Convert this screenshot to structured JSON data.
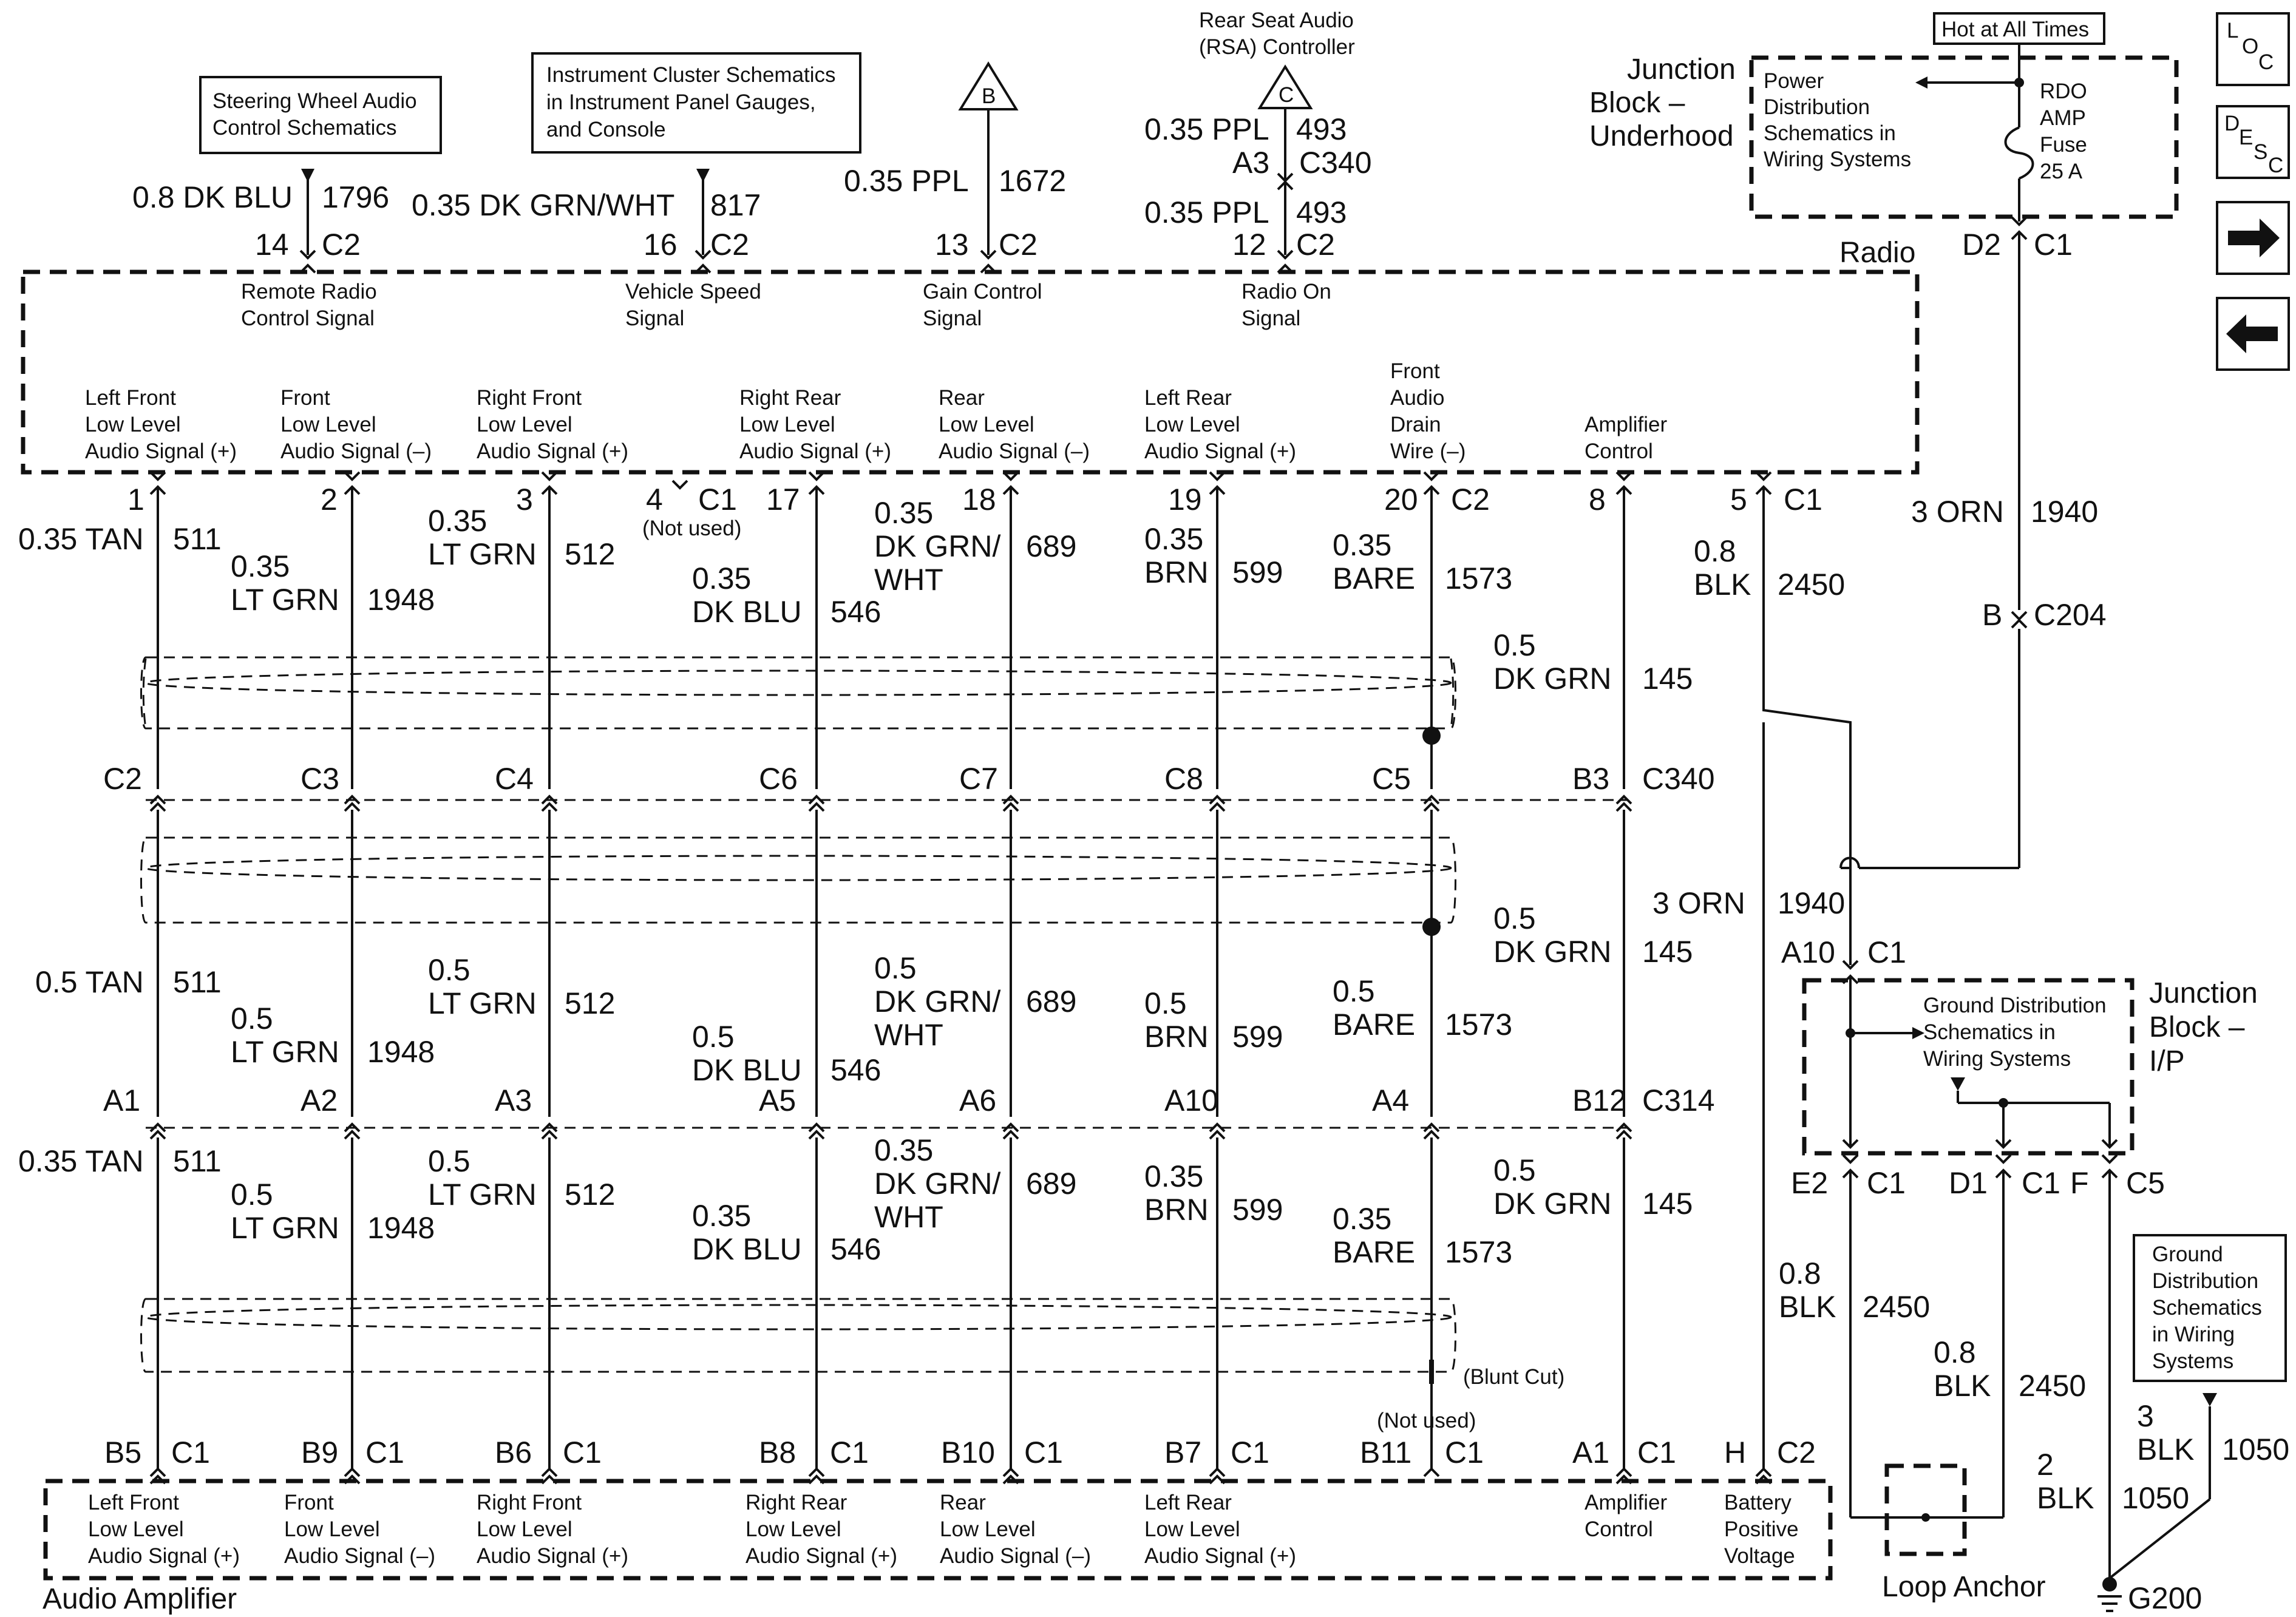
{
  "top": {
    "steering_ref": [
      "Steering Wheel Audio",
      "Control Schematics"
    ],
    "steering_wire": [
      "0.8 DK BLU",
      "1796"
    ],
    "steering_pin": [
      "14",
      "C2"
    ],
    "steering_signal": [
      "Remote Radio",
      "Control Signal"
    ],
    "cluster_ref": [
      "Instrument Cluster Schematics",
      "in Instrument Panel Gauges,",
      "and Console"
    ],
    "cluster_wire": [
      "0.35 DK GRN/WHT",
      "817"
    ],
    "cluster_pin": [
      "16",
      "C2"
    ],
    "cluster_signal": [
      "Vehicle Speed",
      "Signal"
    ],
    "gain_ref": "B",
    "gain_wire": [
      "0.35 PPL",
      "1672"
    ],
    "gain_pin": [
      "13",
      "C2"
    ],
    "gain_signal": [
      "Gain Control",
      "Signal"
    ],
    "rsa_title": [
      "Rear Seat Audio",
      "(RSA) Controller"
    ],
    "rsa_ref": "C",
    "rsa_wire1": [
      "0.35 PPL",
      "493"
    ],
    "rsa_conn": [
      "A3",
      "C340"
    ],
    "rsa_wire2": [
      "0.35 PPL",
      "493"
    ],
    "rsa_pin": [
      "12",
      "C2"
    ],
    "rsa_signal": [
      "Radio On",
      "Signal"
    ]
  },
  "junction_underhood": {
    "hot_label": "Hot at All Times",
    "title": [
      "Junction",
      "Block –",
      "Underhood"
    ],
    "power_ref": [
      "Power",
      "Distribution",
      "Schematics in",
      "Wiring Systems"
    ],
    "fuse": [
      "RDO",
      "AMP",
      "Fuse",
      "25 A"
    ],
    "conn": [
      "D2",
      "C1"
    ],
    "wire": [
      "3 ORN",
      "1940"
    ],
    "c204": [
      "B",
      "C204"
    ]
  },
  "radio": {
    "label": "Radio",
    "signals": [
      [
        "Left Front",
        "Low Level",
        "Audio Signal (+)"
      ],
      [
        "Front",
        "Low Level",
        "Audio Signal (–)"
      ],
      [
        "Right Front",
        "Low Level",
        "Audio Signal (+)"
      ],
      [
        "Right Rear",
        "Low Level",
        "Audio Signal (+)"
      ],
      [
        "Rear",
        "Low Level",
        "Audio Signal (–)"
      ],
      [
        "Left Rear",
        "Low Level",
        "Audio Signal (+)"
      ],
      [
        "Front",
        "Audio",
        "Drain",
        "Wire (–)"
      ],
      [
        "Amplifier",
        "Control"
      ]
    ],
    "pins": [
      "1",
      "2",
      "3",
      "17",
      "18",
      "19",
      "20",
      "8",
      "5"
    ],
    "pin_c2": "C2",
    "pin_unused": [
      "4",
      "C1",
      "(Not used)"
    ],
    "pin5_conn": "C1"
  },
  "wires_upper": [
    [
      "0.35 TAN",
      "511"
    ],
    [
      "0.35",
      "LT GRN",
      "1948"
    ],
    [
      "0.35",
      "LT GRN",
      "512"
    ],
    [
      "0.35",
      "DK BLU",
      "546"
    ],
    [
      "0.35",
      "DK GRN/",
      "WHT",
      "689"
    ],
    [
      "0.35",
      "BRN",
      "599"
    ],
    [
      "0.35",
      "BARE",
      "1573"
    ],
    [
      "0.5",
      "DK GRN",
      "145"
    ],
    [
      "0.8",
      "BLK",
      "2450"
    ]
  ],
  "c340": {
    "pins": [
      "C2",
      "C3",
      "C4",
      "C6",
      "C7",
      "C8",
      "C5",
      "B3"
    ],
    "name": "C340"
  },
  "wires_mid": [
    [
      "0.5 TAN",
      "511"
    ],
    [
      "0.5",
      "LT GRN",
      "1948"
    ],
    [
      "0.5",
      "LT GRN",
      "512"
    ],
    [
      "0.5",
      "DK BLU",
      "546"
    ],
    [
      "0.5",
      "DK GRN/",
      "WHT",
      "689"
    ],
    [
      "0.5",
      "BRN",
      "599"
    ],
    [
      "0.5",
      "BARE",
      "1573"
    ],
    [
      "0.5",
      "DK GRN",
      "145"
    ],
    [
      "3 ORN",
      "1940"
    ]
  ],
  "c314": {
    "pins": [
      "A1",
      "A2",
      "A3",
      "A5",
      "A6",
      "A10",
      "A4",
      "B12"
    ],
    "name": "C314"
  },
  "wires_low": [
    [
      "0.35 TAN",
      "511"
    ],
    [
      "0.5",
      "LT GRN",
      "1948"
    ],
    [
      "0.5",
      "LT GRN",
      "512"
    ],
    [
      "0.35",
      "DK BLU",
      "546"
    ],
    [
      "0.35",
      "DK GRN/",
      "WHT",
      "689"
    ],
    [
      "0.35",
      "BRN",
      "599"
    ],
    [
      "0.35",
      "BARE",
      "1573"
    ],
    [
      "0.5",
      "DK GRN",
      "145"
    ]
  ],
  "blunt_cut": "(Blunt Cut)",
  "junction_ip": {
    "conn_top": [
      "A10",
      "C1"
    ],
    "title": [
      "Junction",
      "Block –",
      "I/P"
    ],
    "ground_ref": [
      "Ground Distribution",
      "Schematics in",
      "Wiring Systems"
    ],
    "conn_bottom": [
      "E2",
      "C1",
      "D1",
      "C1",
      "F",
      "C5"
    ],
    "wire_e2": [
      "0.8",
      "BLK",
      "2450"
    ],
    "wire_d1": [
      "0.8",
      "BLK",
      "2450"
    ],
    "loop_anchor": "Loop Anchor"
  },
  "ground": {
    "ref": [
      "Ground",
      "Distribution",
      "Schematics",
      "in Wiring",
      "Systems"
    ],
    "wire1": [
      "3",
      "BLK",
      "1050"
    ],
    "wire2": [
      "2",
      "BLK",
      "1050"
    ],
    "name": "G200"
  },
  "amplifier": {
    "label": "Audio Amplifier",
    "pins": [
      [
        "B5",
        "C1"
      ],
      [
        "B9",
        "C1"
      ],
      [
        "B6",
        "C1"
      ],
      [
        "B8",
        "C1"
      ],
      [
        "B10",
        "C1"
      ],
      [
        "B7",
        "C1"
      ],
      [
        "B11",
        "C1"
      ],
      [
        "A1",
        "C1"
      ],
      [
        "H",
        "C2"
      ]
    ],
    "not_used": "(Not used)",
    "signals": [
      [
        "Left Front",
        "Low Level",
        "Audio Signal (+)"
      ],
      [
        "Front",
        "Low Level",
        "Audio Signal (–)"
      ],
      [
        "Right Front",
        "Low Level",
        "Audio Signal (+)"
      ],
      [
        "Right Rear",
        "Low Level",
        "Audio Signal (+)"
      ],
      [
        "Rear",
        "Low Level",
        "Audio Signal (–)"
      ],
      [
        "Left Rear",
        "Low Level",
        "Audio Signal (+)"
      ],
      [
        "Amplifier",
        "Control"
      ],
      [
        "Battery",
        "Positive",
        "Voltage"
      ]
    ]
  },
  "nav": {
    "loc": [
      "L",
      "O",
      "C"
    ],
    "desc": [
      "D",
      "E",
      "S",
      "C"
    ]
  }
}
